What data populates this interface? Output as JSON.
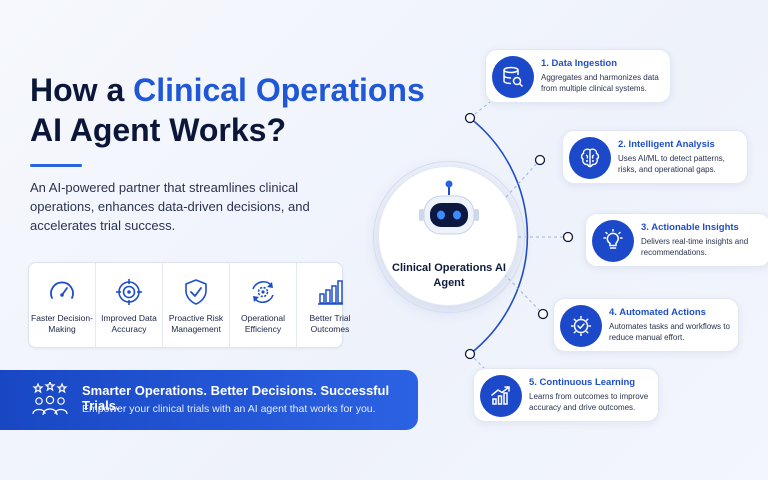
{
  "header": {
    "title_part1": "How a ",
    "title_accent": "Clinical Operations",
    "title_part2": "AI Agent Works?",
    "description": "An AI-powered partner that streamlines clinical operations, enhances data-driven decisions, and accelerates trial success."
  },
  "benefits": [
    {
      "label": "Faster Decision-Making",
      "icon": "gauge-icon"
    },
    {
      "label": "Improved Data Accuracy",
      "icon": "target-icon"
    },
    {
      "label": "Proactive Risk Management",
      "icon": "shield-check-icon"
    },
    {
      "label": "Operational Efficiency",
      "icon": "gear-cycle-icon"
    },
    {
      "label": "Better Trial Outcomes",
      "icon": "bar-chart-icon"
    }
  ],
  "banner": {
    "headline": "Smarter Operations. Better Decisions. Successful Trials.",
    "subline": "Empower your clinical trials with an AI agent that works for you."
  },
  "center": {
    "name": "Clinical Operations AI Agent",
    "icon": "robot-icon"
  },
  "steps": [
    {
      "title": "1. Data Ingestion",
      "desc": "Aggregates and harmonizes data from multiple clinical systems.",
      "icon": "database-search-icon"
    },
    {
      "title": "2. Intelligent Analysis",
      "desc": "Uses AI/ML to detect patterns, risks, and operational gaps.",
      "icon": "brain-icon"
    },
    {
      "title": "3. Actionable Insights",
      "desc": "Delivers real-time insights and recommendations.",
      "icon": "lightbulb-icon"
    },
    {
      "title": "4. Automated Actions",
      "desc": "Automates tasks and workflows to reduce manual effort.",
      "icon": "gear-check-icon"
    },
    {
      "title": "5. Continuous Learning",
      "desc": "Learns from outcomes to improve accuracy and drive outcomes.",
      "icon": "growth-chart-icon"
    }
  ],
  "colors": {
    "accent": "#1f57d6",
    "dark": "#0b1638",
    "icon_bg": "#1c49c9"
  }
}
